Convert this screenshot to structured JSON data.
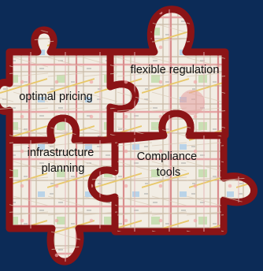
{
  "background_color": "#0c2b57",
  "piece_outline_color": "#8b1416",
  "map_tint_color": "#f2ede4",
  "pieces": [
    {
      "label_lines": [
        "optimal pricing"
      ]
    },
    {
      "label_lines": [
        "flexible regulation"
      ]
    },
    {
      "label_lines": [
        "infrastructure",
        "planning"
      ]
    },
    {
      "label_lines": [
        "Compliance",
        "tools"
      ]
    }
  ]
}
